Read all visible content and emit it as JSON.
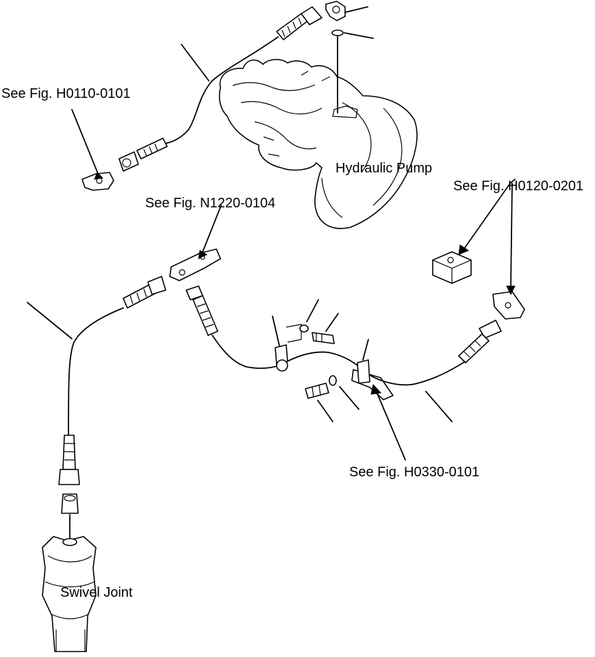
{
  "labels": {
    "fig_h0110": "See Fig. H0110-0101",
    "fig_n1220": "See Fig. N1220-0104",
    "fig_h0120": "See Fig. H0120-0201",
    "fig_h0330": "See Fig. H0330-0101",
    "hydraulic_pump": "Hydraulic Pump",
    "swivel_joint": "Swivel Joint"
  }
}
